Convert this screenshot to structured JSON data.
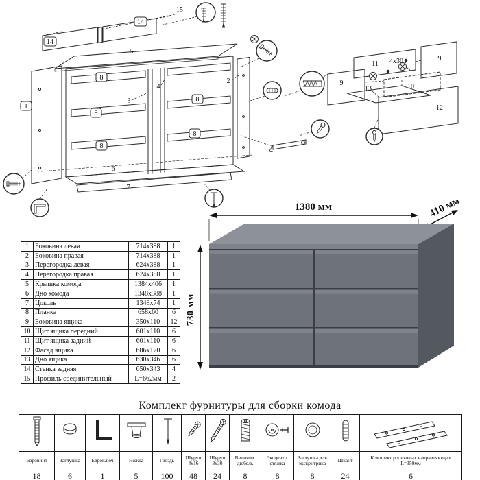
{
  "diagram": {
    "part_labels": {
      "1": "1",
      "2": "2",
      "3": "3",
      "4": "4",
      "5": "5",
      "6": "6",
      "7": "7",
      "8": "8",
      "9": "9",
      "10": "10",
      "11": "11",
      "12": "12",
      "13": "13",
      "14": "14",
      "15": "15"
    },
    "screw_note": "4x30"
  },
  "dresser": {
    "width_label": "1380 мм",
    "depth_label": "410 мм",
    "height_label": "730 мм"
  },
  "parts_table": {
    "rows": [
      {
        "num": "1",
        "name": "Боковина левая",
        "size": "714x388",
        "qty": "1"
      },
      {
        "num": "2",
        "name": "Боковина правая",
        "size": "714x388",
        "qty": "1"
      },
      {
        "num": "3",
        "name": "Перегородка левая",
        "size": "624x388",
        "qty": "1"
      },
      {
        "num": "4",
        "name": "Перегородка правая",
        "size": "624x388",
        "qty": "1"
      },
      {
        "num": "5",
        "name": "Крышка комода",
        "size": "1384x406",
        "qty": "1"
      },
      {
        "num": "6",
        "name": "Дно комода",
        "size": "1348x388",
        "qty": "1"
      },
      {
        "num": "7",
        "name": "Цоколь",
        "size": "1348x74",
        "qty": "1"
      },
      {
        "num": "8",
        "name": "Планка",
        "size": "658x60",
        "qty": "6"
      },
      {
        "num": "9",
        "name": "Боковина ящика",
        "size": "350x110",
        "qty": "12"
      },
      {
        "num": "10",
        "name": "Щит ящика передний",
        "size": "601x110",
        "qty": "6"
      },
      {
        "num": "11",
        "name": "Щит ящика задний",
        "size": "601x110",
        "qty": "6"
      },
      {
        "num": "12",
        "name": "Фасад ящика",
        "size": "686x170",
        "qty": "6"
      },
      {
        "num": "13",
        "name": "Дно ящика",
        "size": "630x346",
        "qty": "6"
      },
      {
        "num": "14",
        "name": "Стенка задняя",
        "size": "650x343",
        "qty": "4"
      },
      {
        "num": "15",
        "name": "Профиль соединительный",
        "size": "L=662мм",
        "qty": "2"
      }
    ]
  },
  "hardware": {
    "title": "Комплект фурнитуры для сборки комода",
    "items": [
      {
        "name": "Евровинт",
        "qty": "18",
        "icon": "euro-screw"
      },
      {
        "name": "Заглушка",
        "qty": "6",
        "icon": "cap"
      },
      {
        "name": "Евроключ",
        "qty": "1",
        "icon": "hex-key"
      },
      {
        "name": "Ножка",
        "qty": "5",
        "icon": "leg"
      },
      {
        "name": "Гвоздь",
        "qty": "100",
        "icon": "nail"
      },
      {
        "name": "Шуруп 4x16",
        "qty": "48",
        "icon": "screw-short"
      },
      {
        "name": "Шуруп 3x30",
        "qty": "24",
        "icon": "screw-long"
      },
      {
        "name": "Ввинчив. дюбель",
        "qty": "8",
        "icon": "threaded-dowel"
      },
      {
        "name": "Эксцентр. стяжка",
        "qty": "8",
        "icon": "cam-lock"
      },
      {
        "name": "Заглушка для эксцентрика",
        "qty": "8",
        "icon": "cam-cap"
      },
      {
        "name": "Шкант",
        "qty": "24",
        "icon": "wood-dowel"
      },
      {
        "name": "Комплект роликовых направляющих L=350мм",
        "qty": "6",
        "icon": "roller-guides"
      }
    ]
  }
}
